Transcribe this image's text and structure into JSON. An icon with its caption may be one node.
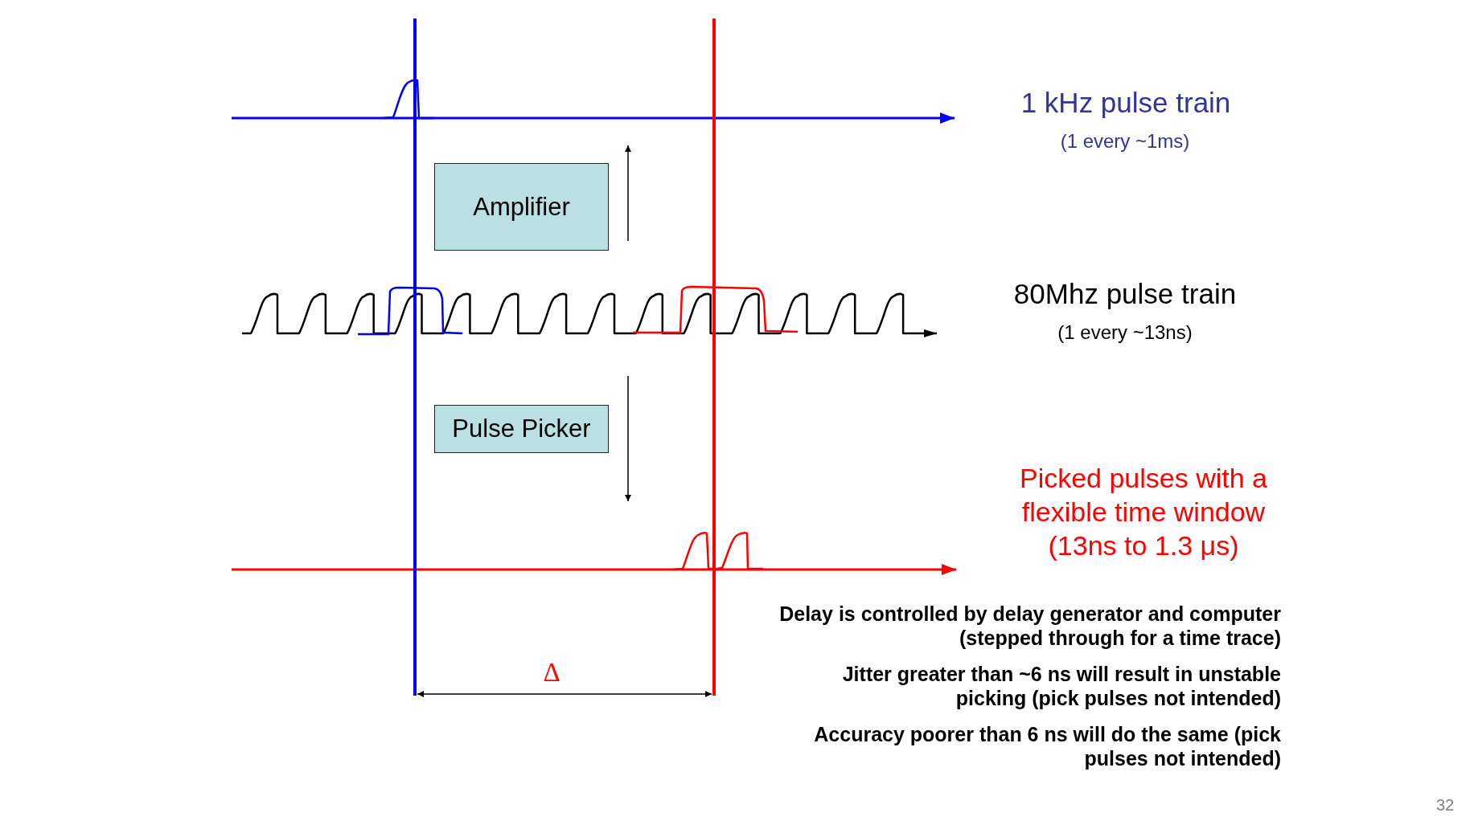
{
  "diagram": {
    "nodes": [
      {
        "text": [
          "Amplifier"
        ]
      },
      {
        "text": [
          "Pulse Picker"
        ]
      }
    ],
    "labels": [
      "1 kHz pulse train",
      "(1 every ~1ms)",
      "80Mhz pulse train",
      "(1 every ~13ns)",
      "Picked pulses with a flexible time window (13ns to 1.3 μs)",
      "Delay is controlled by delay generator and computer (stepped through for a time trace)",
      "Δ",
      "Jitter greater than ~6 ns will result in unstable picking (pick pulses not intended)",
      "Accuracy poorer than 6 ns will do the same (pick pulses not intended)",
      "32"
    ]
  }
}
